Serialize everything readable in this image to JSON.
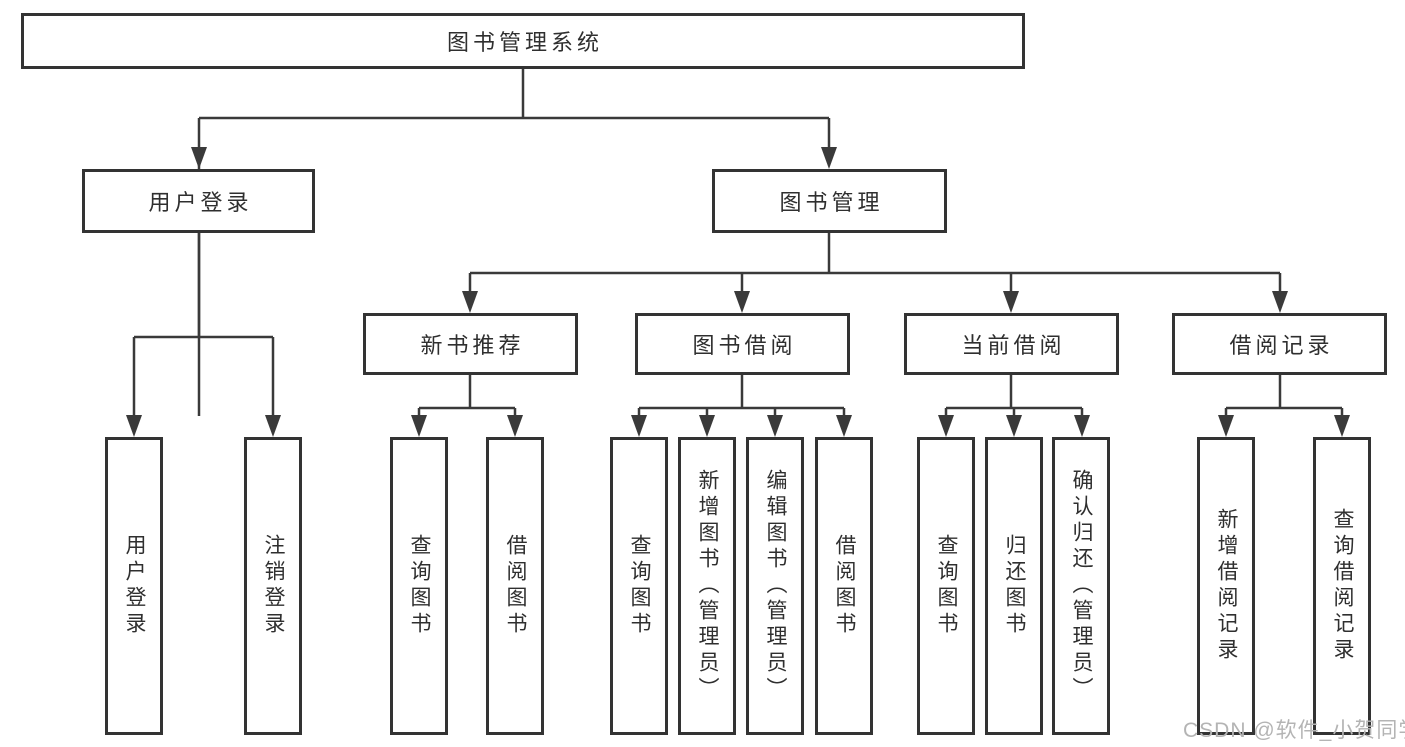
{
  "nodes": {
    "root": {
      "label": "图书管理系统"
    },
    "user_login": {
      "label": "用户登录"
    },
    "book_mgmt": {
      "label": "图书管理"
    },
    "new_book": {
      "label": "新书推荐"
    },
    "book_borrow": {
      "label": "图书借阅"
    },
    "current_borrow": {
      "label": "当前借阅"
    },
    "borrow_record": {
      "label": "借阅记录"
    },
    "leaf_user_login": {
      "label": "用户登录"
    },
    "leaf_logout": {
      "label": "注销登录"
    },
    "leaf_nb_query": {
      "label": "查询图书"
    },
    "leaf_nb_borrow": {
      "label": "借阅图书"
    },
    "leaf_bb_query": {
      "label": "查询图书"
    },
    "leaf_bb_add": {
      "label": "新增图书（管理员）"
    },
    "leaf_bb_edit": {
      "label": "编辑图书（管理员）"
    },
    "leaf_bb_borrow": {
      "label": "借阅图书"
    },
    "leaf_cb_query": {
      "label": "查询图书"
    },
    "leaf_cb_return": {
      "label": "归还图书"
    },
    "leaf_cb_confirm": {
      "label": "确认归还（管理员）"
    },
    "leaf_br_add": {
      "label": "新增借阅记录"
    },
    "leaf_br_query": {
      "label": "查询借阅记录"
    }
  },
  "hierarchy": {
    "图书管理系统": {
      "用户登录": [
        "用户登录",
        "注销登录"
      ],
      "图书管理": {
        "新书推荐": [
          "查询图书",
          "借阅图书"
        ],
        "图书借阅": [
          "查询图书",
          "新增图书（管理员）",
          "编辑图书（管理员）",
          "借阅图书"
        ],
        "当前借阅": [
          "查询图书",
          "归还图书",
          "确认归还（管理员）"
        ],
        "借阅记录": [
          "新增借阅记录",
          "查询借阅记录"
        ]
      }
    }
  },
  "watermark": {
    "text": "CSDN @软件_小贺同学"
  },
  "colors": {
    "line": "#3a3a3a",
    "border": "#333333",
    "text": "#2f2f2f",
    "background": "#ffffff",
    "watermark": "#b4b4b4"
  }
}
